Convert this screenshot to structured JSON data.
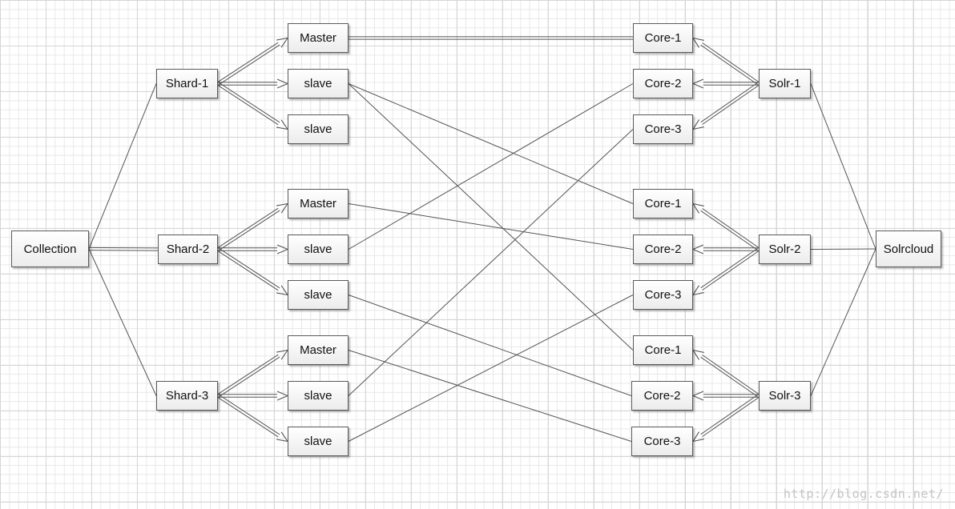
{
  "nodes": {
    "collection": "Collection",
    "shard1": "Shard-1",
    "shard2": "Shard-2",
    "shard3": "Shard-3",
    "s1_master": "Master",
    "s1_slave1": "slave",
    "s1_slave2": "slave",
    "s2_master": "Master",
    "s2_slave1": "slave",
    "s2_slave2": "slave",
    "s3_master": "Master",
    "s3_slave1": "slave",
    "s3_slave2": "slave",
    "solr1_core1": "Core-1",
    "solr1_core2": "Core-2",
    "solr1_core3": "Core-3",
    "solr2_core1": "Core-1",
    "solr2_core2": "Core-2",
    "solr2_core3": "Core-3",
    "solr3_core1": "Core-1",
    "solr3_core2": "Core-2",
    "solr3_core3": "Core-3",
    "solr1": "Solr-1",
    "solr2": "Solr-2",
    "solr3": "Solr-3",
    "solrcloud": "Solrcloud"
  },
  "watermark": "http://blog.csdn.net/",
  "edges": {
    "plain": [
      [
        "collection",
        "shard1"
      ],
      [
        "collection",
        "shard3"
      ],
      [
        "s1_slave1",
        "solr2_core1"
      ],
      [
        "s1_slave1",
        "solr3_core1"
      ],
      [
        "s2_master",
        "solr2_core2"
      ],
      [
        "s2_slave1",
        "solr1_core2"
      ],
      [
        "s2_slave2",
        "solr3_core2"
      ],
      [
        "s3_master",
        "solr3_core3"
      ],
      [
        "s3_slave1",
        "solr1_core3"
      ],
      [
        "s3_slave2",
        "solr2_core3"
      ],
      [
        "solr1",
        "solrcloud"
      ],
      [
        "solr2",
        "solrcloud"
      ],
      [
        "solr3",
        "solrcloud"
      ]
    ],
    "double": [
      [
        "collection",
        "shard2"
      ],
      [
        "s1_master",
        "solr1_core1"
      ]
    ],
    "arrow": [
      [
        "shard1",
        "s1_master"
      ],
      [
        "shard1",
        "s1_slave1"
      ],
      [
        "shard1",
        "s1_slave2"
      ],
      [
        "shard2",
        "s2_master"
      ],
      [
        "shard2",
        "s2_slave1"
      ],
      [
        "shard2",
        "s2_slave2"
      ],
      [
        "shard3",
        "s3_master"
      ],
      [
        "shard3",
        "s3_slave1"
      ],
      [
        "shard3",
        "s3_slave2"
      ],
      [
        "solr1",
        "solr1_core1"
      ],
      [
        "solr1",
        "solr1_core2"
      ],
      [
        "solr1",
        "solr1_core3"
      ],
      [
        "solr2",
        "solr2_core1"
      ],
      [
        "solr2",
        "solr2_core2"
      ],
      [
        "solr2",
        "solr2_core3"
      ],
      [
        "solr3",
        "solr3_core1"
      ],
      [
        "solr3",
        "solr3_core2"
      ],
      [
        "solr3",
        "solr3_core3"
      ]
    ]
  },
  "colors": {
    "line": "#555555",
    "node_border": "#5a5a5a"
  }
}
